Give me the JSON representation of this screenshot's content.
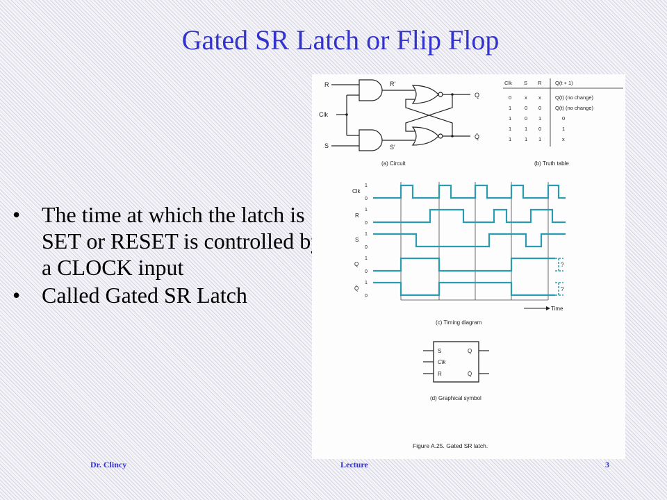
{
  "slide": {
    "title": "Gated SR Latch or Flip Flop",
    "bullets": [
      "The time at which the latch is SET or RESET is controlled by a CLOCK input",
      "Called Gated SR Latch"
    ],
    "bullet_glyph": "•"
  },
  "figure": {
    "circuit": {
      "labels": {
        "R": "R",
        "Clk": "Clk",
        "S": "S",
        "R_prime": "R′",
        "S_prime": "S′",
        "Q": "Q",
        "Q_bar": "Q̄"
      },
      "caption": "(a) Circuit"
    },
    "truth_table": {
      "headers": [
        "Clk",
        "S",
        "R",
        "Q(t + 1)"
      ],
      "rows": [
        [
          "0",
          "x",
          "x",
          "Q(t) (no change)"
        ],
        [
          "1",
          "0",
          "0",
          "Q(t) (no change)"
        ],
        [
          "1",
          "0",
          "1",
          "0"
        ],
        [
          "1",
          "1",
          "0",
          "1"
        ],
        [
          "1",
          "1",
          "1",
          "x"
        ]
      ],
      "caption": "(b) Truth table"
    },
    "timing": {
      "signals": [
        "Clk",
        "R",
        "S",
        "Q",
        "Q̄"
      ],
      "high_label": "1",
      "low_label": "0",
      "unknown_label": "?",
      "time_label": "Time",
      "caption": "(c) Timing diagram"
    },
    "symbol": {
      "labels": {
        "S": "S",
        "Q": "Q",
        "Clk": "Clk",
        "R": "R",
        "Q_bar": "Q̄"
      },
      "caption": "(d) Graphical symbol"
    },
    "figure_caption": "Figure A.25.   Gated SR latch."
  },
  "footer": {
    "left": "Dr. Clincy",
    "center": "Lecture",
    "right": "3"
  },
  "colors": {
    "title": "#3333cc",
    "signal": "#2b9bb0",
    "ink": "#222222"
  }
}
